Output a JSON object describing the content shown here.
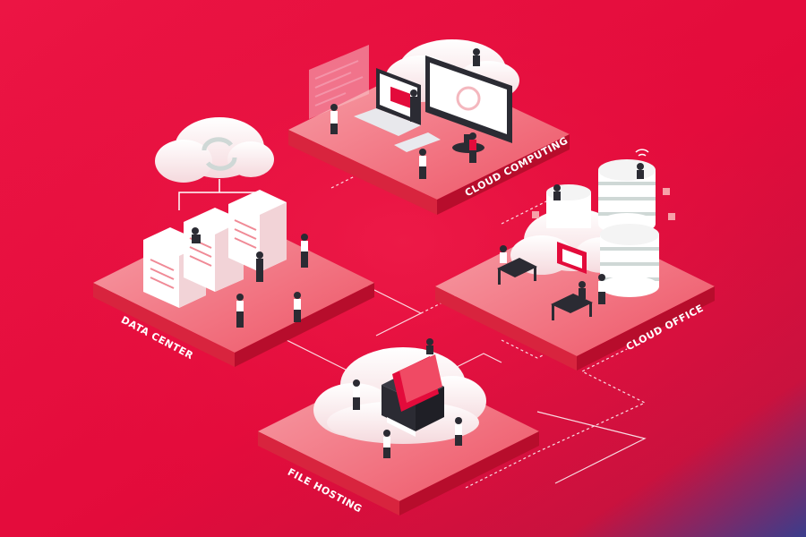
{
  "scene": {
    "background_start": "#e8123f",
    "background_end": "#3a3b8a",
    "platform_color": "#f26a7a",
    "platform_side": "#c70f2f",
    "accent": "#e30b3b"
  },
  "platforms": [
    {
      "label": "DATA CENTER",
      "icon": "server-rack-icon"
    },
    {
      "label": "CLOUD  COMPUTING",
      "icon": "monitor-icon"
    },
    {
      "label": "CLOUD OFFICE",
      "icon": "database-icon"
    },
    {
      "label": "FILE HOSTING",
      "icon": "file-drawer-icon"
    }
  ]
}
